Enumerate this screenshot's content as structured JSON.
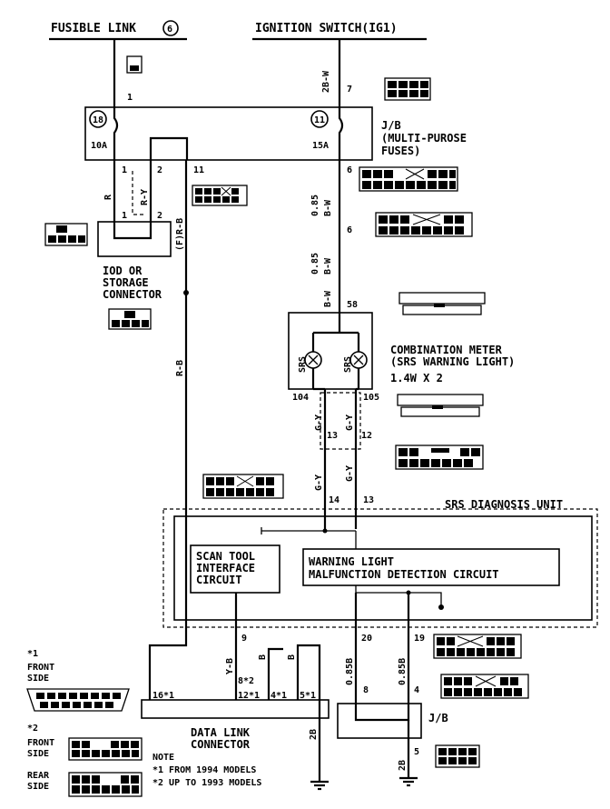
{
  "diagram": {
    "fusible_link": "FUSIBLE LINK",
    "fusible_link_no": "6",
    "ignition_switch": "IGNITION SWITCH(IG1)",
    "jb_title": "J/B",
    "jb_line1": "(MULTI-PUROSE",
    "jb_line2": "FUSES)",
    "fuse_left_no": "18",
    "fuse_left_amp": "10A",
    "fuse_right_no": "11",
    "fuse_right_amp": "15A",
    "pin_1": "1",
    "pin_7": "7",
    "pin_2": "2",
    "pin_11": "11",
    "pin_6": "6",
    "pin_6b": "6",
    "pin_58": "58",
    "pin_104": "104",
    "pin_105": "105",
    "pin_13": "13",
    "pin_12": "12",
    "pin_14": "14",
    "pin_13b": "13",
    "pin_9": "9",
    "pin_20": "20",
    "pin_19": "19",
    "pin_8": "8",
    "pin_4": "4",
    "pin_5": "5",
    "pin_1b": "1",
    "pin_2b": "2",
    "pin_1c": "1",
    "wire_2bw": "2B-W",
    "wire_r": "R",
    "wire_ry": "R-Y",
    "wire_rb_f": "(F)R-B",
    "wire_085bw_1": "0.85",
    "wire_085bw_1b": "B-W",
    "wire_085bw_2": "0.85",
    "wire_085bw_2b": "B-W",
    "wire_bw": "B-W",
    "wire_rb": "R-B",
    "wire_gy1": "G-Y",
    "wire_gy2": "G-Y",
    "wire_gy3": "G-Y",
    "wire_gy4": "G-Y",
    "wire_yb": "Y-B",
    "wire_b1": "B",
    "wire_b2": "B",
    "wire_085b_1": "0.85B",
    "wire_085b_2": "0.85B",
    "wire_2b_1": "2B",
    "wire_2b_2": "2B",
    "ido_line1": "IOD OR",
    "ido_line2": "STORAGE",
    "ido_line3": "CONNECTOR",
    "combo_line1": "COMBINATION METER",
    "combo_line2": "(SRS WARNING LIGHT)",
    "combo_line3": "1.4W X 2",
    "srs_label_1": "SRS",
    "srs_label_2": "SRS",
    "srs_unit": "SRS DIAGNOSIS UNIT",
    "scan_line1": "SCAN TOOL",
    "scan_line2": "INTERFACE",
    "scan_line3": "CIRCUIT",
    "warn_line1": "WARNING LIGHT",
    "warn_line2": "MALFUNCTION DETECTION CIRCUIT",
    "dlc_line1": "DATA LINK",
    "dlc_line2": "CONNECTOR",
    "dlc_16": "16*1",
    "dlc_12": "12*1",
    "dlc_8": "8*2",
    "dlc_4": "4*1",
    "dlc_5": "5*1",
    "jb_bottom": "J/B",
    "star1": "*1",
    "front_side_1": "FRONT",
    "front_side_1b": "SIDE",
    "star2": "*2",
    "front_side_2": "FRONT",
    "front_side_2b": "SIDE",
    "rear_side": "REAR",
    "rear_side_b": "SIDE",
    "note_title": "NOTE",
    "note_1": "*1 FROM 1994 MODELS",
    "note_2": "*2 UP TO 1993 MODELS"
  }
}
